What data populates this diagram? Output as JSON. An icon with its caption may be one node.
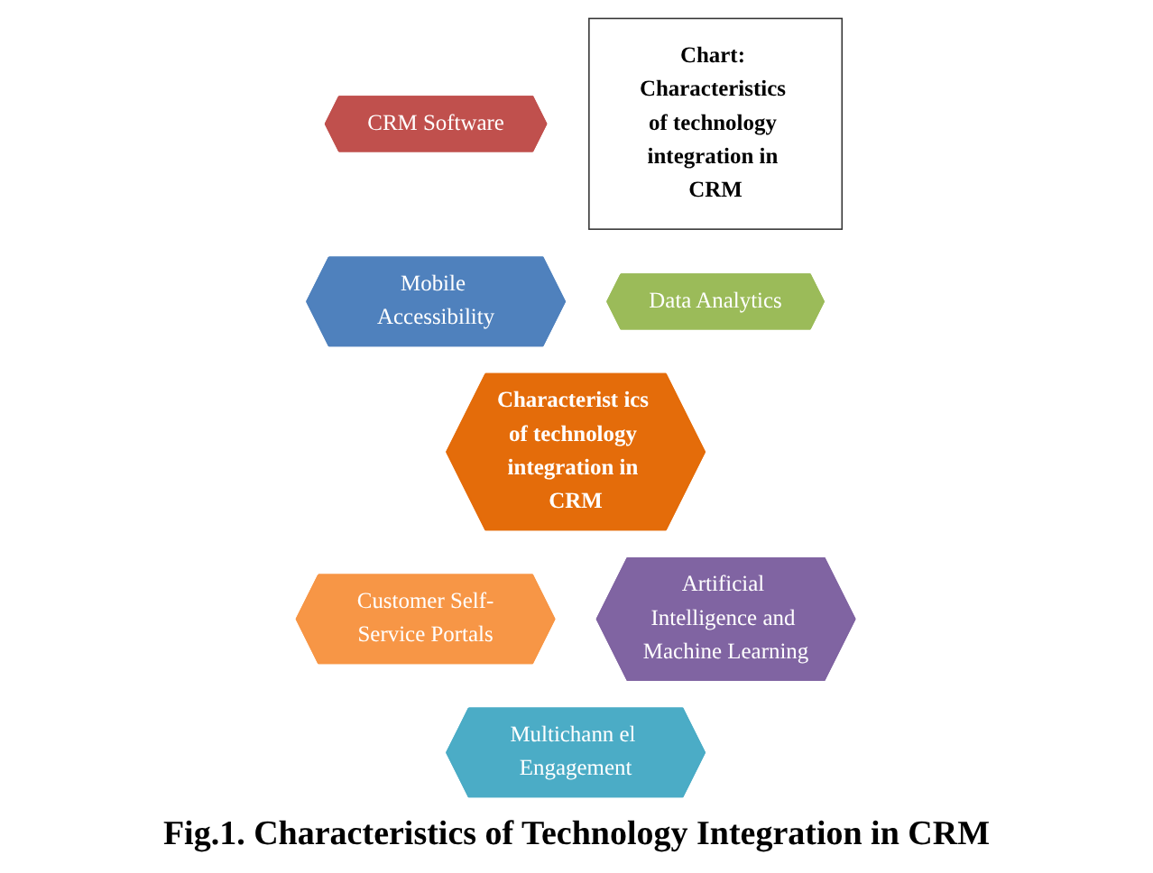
{
  "diagram": {
    "caption": "Fig.1. Characteristics of Technology Integration in CRM",
    "nodes": [
      {
        "text": [
          "CRM Software"
        ]
      },
      {
        "text": [
          "Chart: Characteristics of technology integration in CRM"
        ]
      },
      {
        "text": [
          "Mobile Accessibility"
        ]
      },
      {
        "text": [
          "Data Analytics"
        ]
      },
      {
        "text": [
          "Characterist ics of technology integration in CRM"
        ]
      },
      {
        "text": [
          "Customer Self-Service Portals"
        ]
      },
      {
        "text": [
          "Artificial Intelligence and Machine Learning"
        ]
      },
      {
        "text": [
          "Multichann el Engagement"
        ]
      }
    ],
    "edges": []
  }
}
